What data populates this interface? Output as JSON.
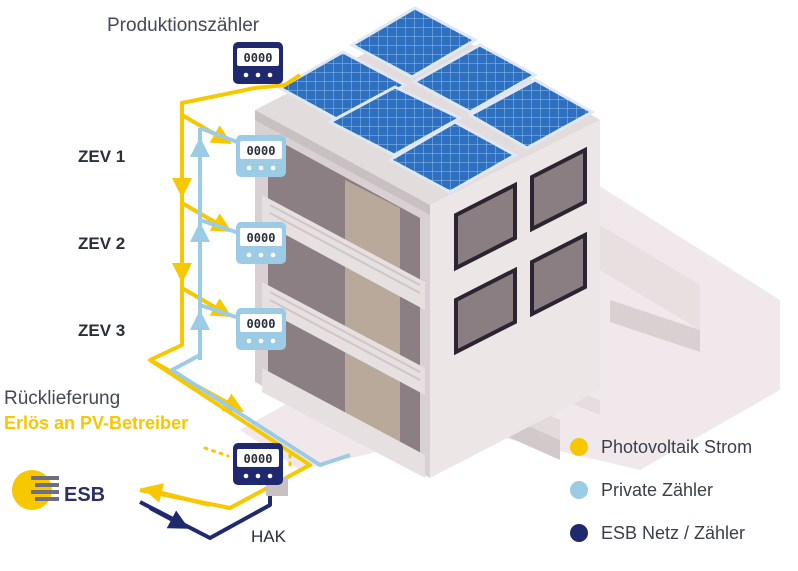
{
  "labels": {
    "title": "Produktionszähler",
    "zev1": "ZEV 1",
    "zev2": "ZEV 2",
    "zev3": "ZEV 3",
    "rueck": "Rücklieferung",
    "erloes": "Erlös an PV-Betreiber",
    "esb": "ESB",
    "hak": "HAK"
  },
  "legend": [
    {
      "label": "Photovoltaik Strom",
      "color": "#f7c700"
    },
    {
      "label": "Private Zähler",
      "color": "#9ccbe6"
    },
    {
      "label": "ESB Netz / Zähler",
      "color": "#1f2a6e"
    }
  ],
  "meters": {
    "display": "0000"
  },
  "colors": {
    "pv": "#f7c700",
    "private": "#9ccbe6",
    "grid": "#1f2a6e",
    "wall": "#ece6e7",
    "shadow": "#efe7ea",
    "panel": "#2f6fbf"
  },
  "icons": [
    "meter-icon",
    "esb-logo-icon",
    "solar-panel-icon"
  ]
}
